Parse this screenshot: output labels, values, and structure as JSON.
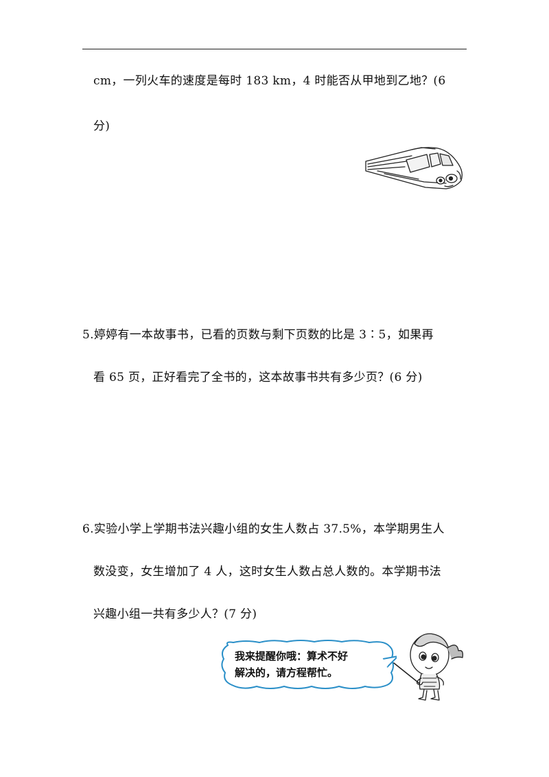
{
  "problem4": {
    "line1": "cm，一列火车的速度是每时 183 km，4 时能否从甲地到乙地？(6",
    "line2": "分)"
  },
  "problem5": {
    "line1": "5.婷婷有一本故事书，已看的页数与剩下页数的比是 3∶5，如果再",
    "line2": "看 65 页，正好看完了全书的，这本故事书共有多少页？(6 分)"
  },
  "problem6": {
    "line1": "6.实验小学上学期书法兴趣小组的女生人数占 37.5%，本学期男生人",
    "line2": "数没变，女生增加了 4 人，这时女生人数占总人数的。本学期书法",
    "line3": "兴趣小组一共有多少人？(7 分)"
  },
  "tip": {
    "line1": "我来提醒你哦：算术不好",
    "line2": "解决的，请方程帮忙。"
  },
  "icons": {
    "train": "train-illustration-icon",
    "mascot": "mascot-illustration-icon"
  }
}
